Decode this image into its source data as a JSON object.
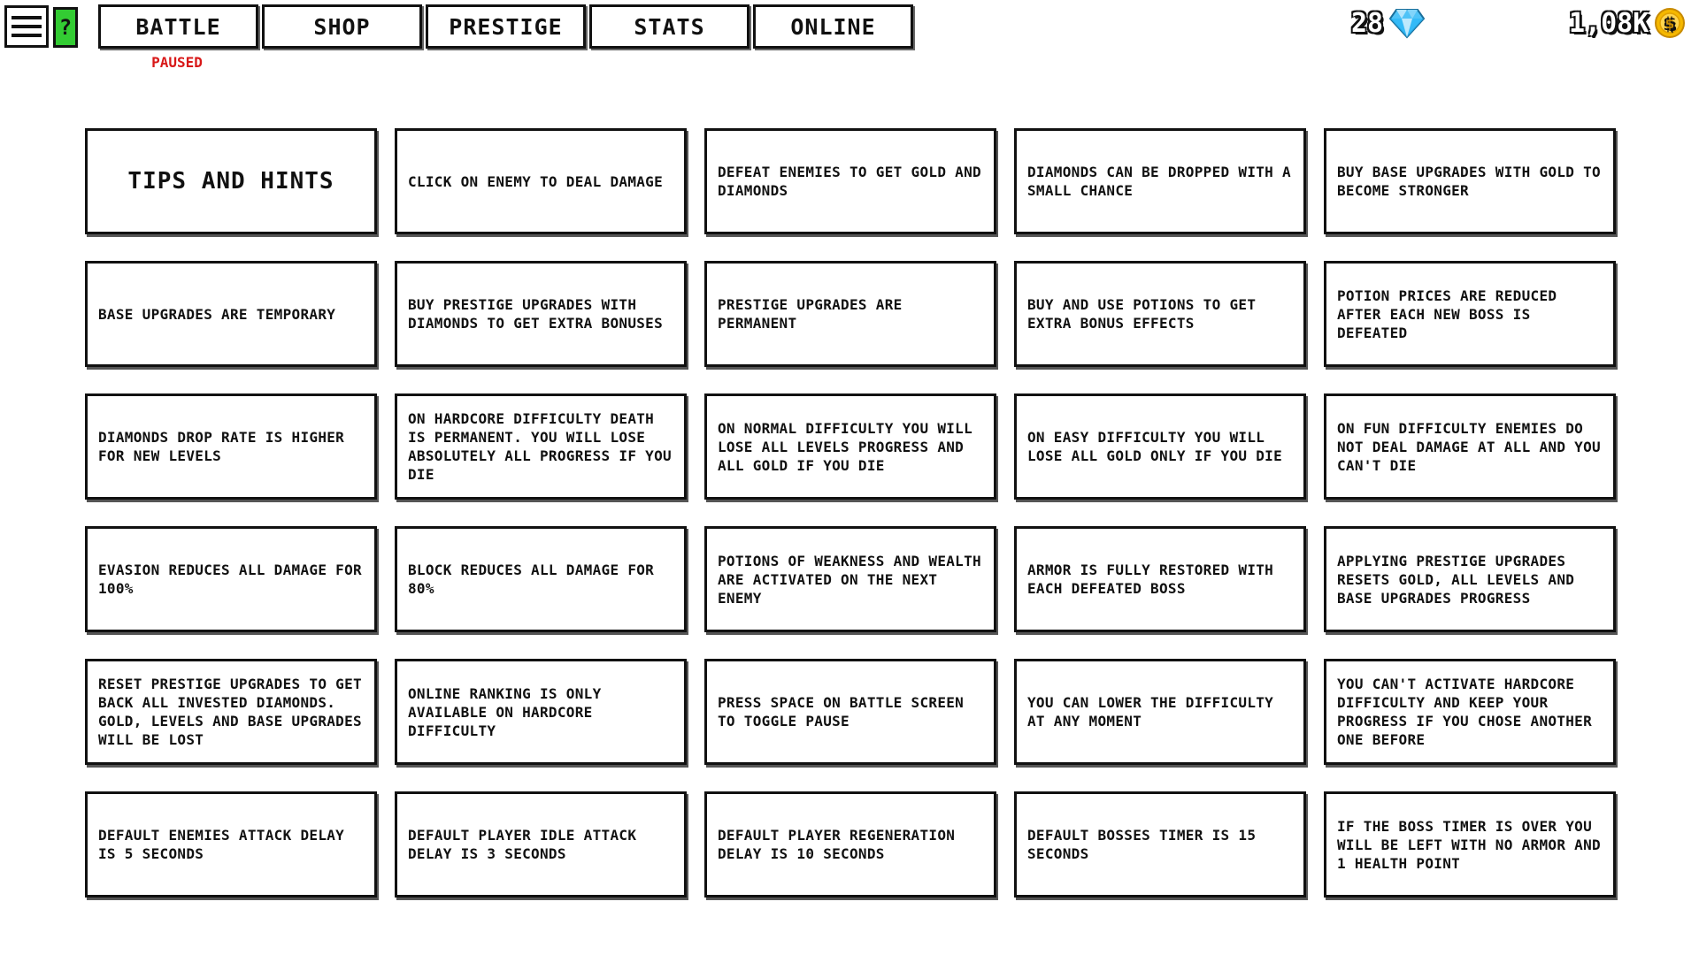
{
  "header": {
    "menu_icon": "hamburger-menu-icon",
    "help_label": "?",
    "help_color": "#33cc33",
    "tabs": [
      {
        "label": "BATTLE"
      },
      {
        "label": "SHOP"
      },
      {
        "label": "PRESTIGE"
      },
      {
        "label": "STATS"
      },
      {
        "label": "ONLINE"
      }
    ],
    "status": "PAUSED",
    "status_color": "#d81818",
    "diamonds": {
      "value": "28",
      "icon": "diamond-icon",
      "color": "#4fc3f7"
    },
    "gold": {
      "value": "1,08K",
      "icon": "gold-coin-icon",
      "color": "#f5b800"
    }
  },
  "tips": {
    "title": "TIPS AND HINTS",
    "items": [
      "CLICK ON ENEMY TO DEAL DAMAGE",
      "DEFEAT ENEMIES TO GET GOLD AND DIAMONDS",
      "DIAMONDS CAN BE DROPPED WITH A SMALL CHANCE",
      "BUY BASE UPGRADES WITH GOLD TO BECOME STRONGER",
      "BASE UPGRADES ARE TEMPORARY",
      "BUY PRESTIGE UPGRADES WITH DIAMONDS TO GET EXTRA BONUSES",
      "PRESTIGE UPGRADES ARE PERMANENT",
      "BUY AND USE POTIONS TO GET EXTRA BONUS EFFECTS",
      "POTION PRICES ARE REDUCED AFTER EACH NEW BOSS IS DEFEATED",
      "DIAMONDS DROP RATE IS HIGHER FOR NEW LEVELS",
      "ON HARDCORE DIFFICULTY DEATH IS PERMANENT. YOU WILL LOSE ABSOLUTELY ALL PROGRESS IF YOU DIE",
      "ON NORMAL DIFFICULTY YOU WILL LOSE ALL LEVELS PROGRESS AND ALL GOLD IF YOU DIE",
      "ON EASY DIFFICULTY YOU WILL LOSE ALL GOLD ONLY IF YOU DIE",
      "ON FUN DIFFICULTY ENEMIES DO NOT DEAL DAMAGE AT ALL AND YOU CAN'T DIE",
      "EVASION REDUCES ALL DAMAGE FOR 100%",
      "BLOCK REDUCES ALL DAMAGE FOR 80%",
      "POTIONS OF WEAKNESS AND WEALTH ARE ACTIVATED ON THE NEXT ENEMY",
      "ARMOR IS FULLY RESTORED WITH EACH DEFEATED BOSS",
      "APPLYING PRESTIGE UPGRADES RESETS GOLD, ALL LEVELS AND BASE UPGRADES PROGRESS",
      "RESET PRESTIGE UPGRADES TO GET BACK ALL INVESTED DIAMONDS. GOLD, LEVELS AND BASE UPGRADES WILL BE LOST",
      "ONLINE RANKING IS ONLY AVAILABLE ON HARDCORE DIFFICULTY",
      "PRESS SPACE ON BATTLE SCREEN TO TOGGLE PAUSE",
      "YOU CAN LOWER THE DIFFICULTY AT ANY MOMENT",
      "YOU CAN'T ACTIVATE HARDCORE DIFFICULTY AND KEEP YOUR PROGRESS IF YOU CHOSE ANOTHER ONE BEFORE",
      "DEFAULT ENEMIES ATTACK DELAY IS 5 SECONDS",
      "DEFAULT PLAYER IDLE ATTACK DELAY IS 3 SECONDS",
      "DEFAULT PLAYER REGENERATION DELAY IS 10 SECONDS",
      "DEFAULT BOSSES TIMER IS 15 SECONDS",
      "IF THE BOSS TIMER IS OVER YOU WILL BE LEFT WITH NO ARMOR AND 1 HEALTH POINT"
    ]
  }
}
